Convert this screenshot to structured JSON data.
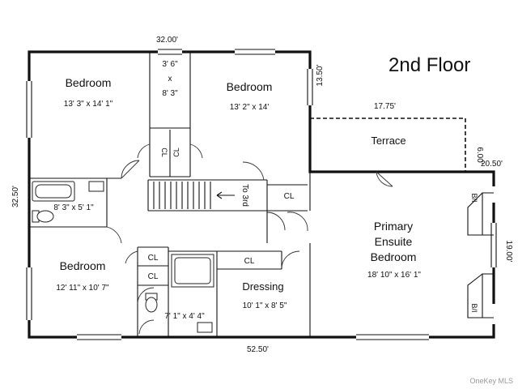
{
  "title": "2nd Floor",
  "watermark": "OneKey MLS",
  "dimensions": {
    "top": "32.00'",
    "left": "32.50'",
    "bottom": "52.50'",
    "terrace_width": "17.75'",
    "terrace_depth": "6.00'",
    "right_upper": "20.50'",
    "right_lower": "19.00'",
    "hall_right": "13.50'"
  },
  "rooms": {
    "bedroom_nw": {
      "name": "Bedroom",
      "size": "13' 3\" x 14' 1\""
    },
    "bedroom_ne": {
      "name": "Bedroom",
      "size": "13' 2\" x 14'"
    },
    "bedroom_sw": {
      "name": "Bedroom",
      "size": "12' 11\" x 10' 7\""
    },
    "small_room": {
      "line1": "3' 6\"",
      "line2": "x",
      "line3": "8' 3\""
    },
    "bath_w": {
      "size": "8' 3\" x 5' 1\""
    },
    "bath_s": {
      "size": "7' 1\" x 4' 4\""
    },
    "dressing": {
      "name": "Dressing",
      "size": "10' 1\" x 8' 5\""
    },
    "primary": {
      "line1": "Primary",
      "line2": "Ensuite",
      "line3": "Bedroom",
      "size": "18' 10\" x 16' 1\""
    },
    "terrace": {
      "name": "Terrace"
    }
  },
  "labels": {
    "closet": "CL",
    "stairs": "To 3rd",
    "built_in": "B/I"
  }
}
